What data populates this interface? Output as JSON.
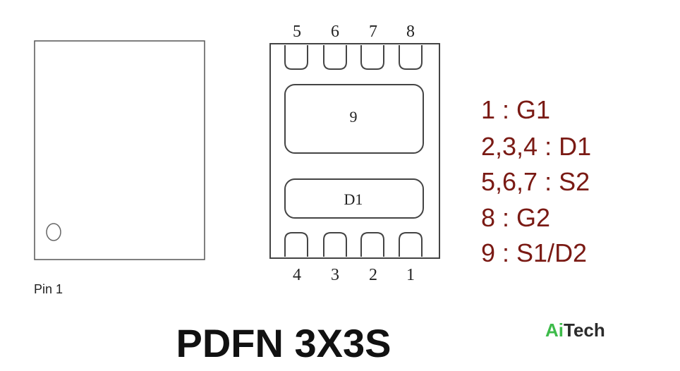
{
  "top_view": {
    "pin1_label": "Pin 1"
  },
  "bottom_view": {
    "top_pins": [
      "5",
      "6",
      "7",
      "8"
    ],
    "bottom_pins": [
      "4",
      "3",
      "2",
      "1"
    ],
    "pad_large_label": "9",
    "pad_small_label": "D1"
  },
  "legend": {
    "color": "#7a1a14",
    "items": [
      "1 : G1",
      "2,3,4 : D1",
      "5,6,7 : S2",
      "8 : G2",
      "9 : S1/D2"
    ]
  },
  "package_title": "PDFN 3X3S",
  "brand": {
    "part1": "Ai",
    "part2": "Tech",
    "color1": "#3dbb4a",
    "color2": "#2b2b2b"
  }
}
